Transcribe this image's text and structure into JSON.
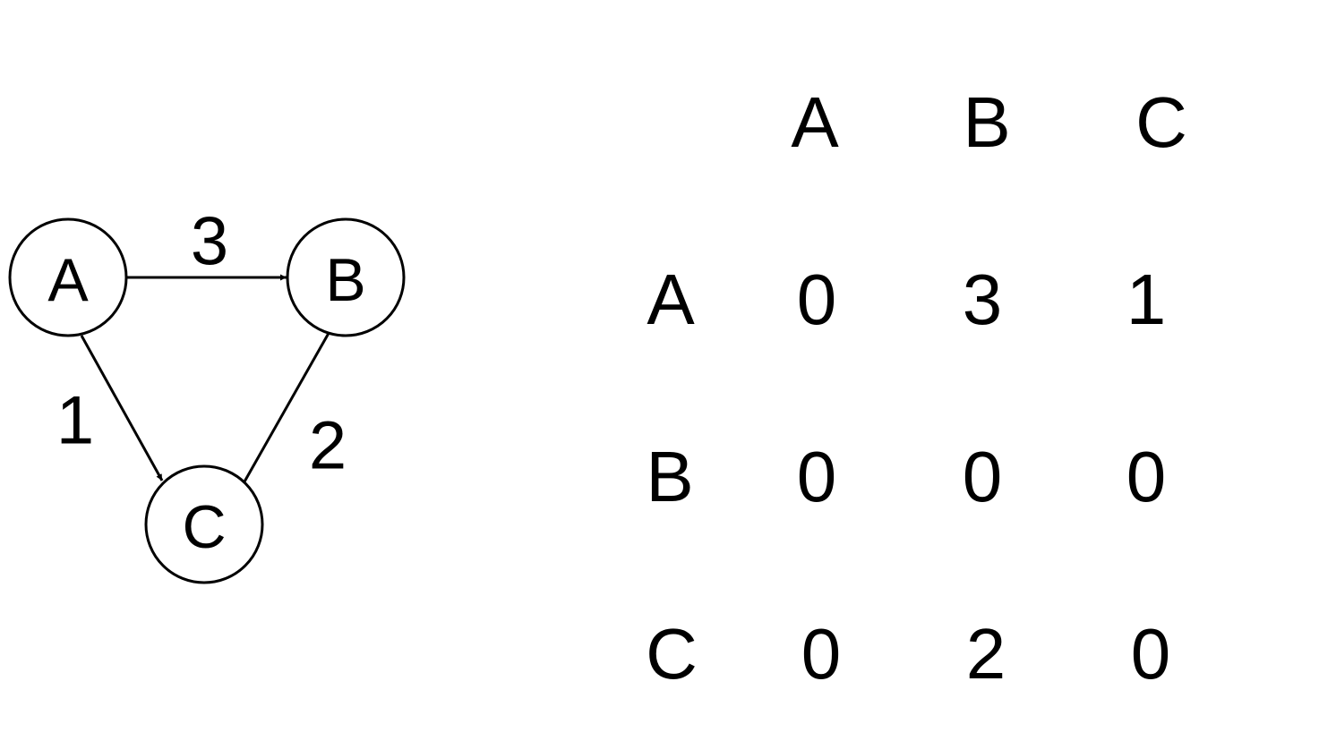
{
  "graph": {
    "nodes": [
      {
        "id": "A",
        "label": "A"
      },
      {
        "id": "B",
        "label": "B"
      },
      {
        "id": "C",
        "label": "C"
      }
    ],
    "edges": [
      {
        "from": "A",
        "to": "B",
        "weight": "3"
      },
      {
        "from": "A",
        "to": "C",
        "weight": "1"
      },
      {
        "from": "C",
        "to": "B",
        "weight": "2"
      }
    ]
  },
  "matrix": {
    "column_headers": [
      "A",
      "B",
      "C"
    ],
    "rows": [
      {
        "label": "A",
        "values": [
          "0",
          "3",
          "1"
        ]
      },
      {
        "label": "B",
        "values": [
          "0",
          "0",
          "0"
        ]
      },
      {
        "label": "C",
        "values": [
          "0",
          "2",
          "0"
        ]
      }
    ]
  }
}
